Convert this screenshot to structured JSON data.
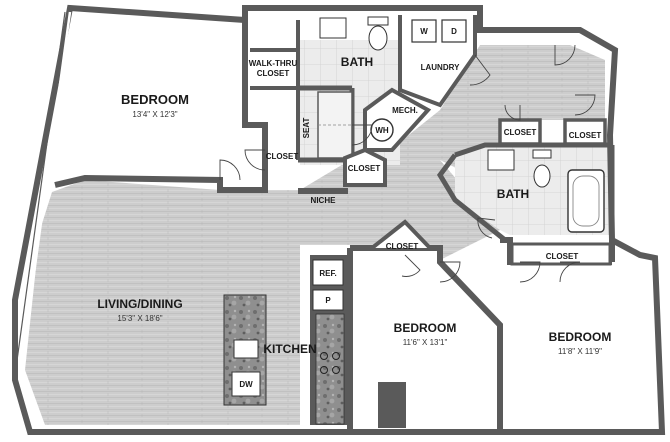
{
  "rooms": {
    "bedroom_1": {
      "label": "BEDROOM",
      "dims": "13'4\" X 12'3\""
    },
    "walk_thru_closet": {
      "line1": "WALK-THRU",
      "line2": "CLOSET"
    },
    "bath_1": {
      "label": "BATH"
    },
    "seat": {
      "label": "SEAT"
    },
    "laundry": {
      "label": "LAUNDRY"
    },
    "washer": {
      "label": "W"
    },
    "dryer": {
      "label": "D"
    },
    "mech": {
      "label": "MECH."
    },
    "water_heater": {
      "label": "WH"
    },
    "closet_bedroom1": {
      "label": "CLOSET"
    },
    "closet_hall_center": {
      "label": "CLOSET"
    },
    "closet_hall_right": {
      "label": "CLOSET"
    },
    "closet_hall_far_right": {
      "label": "CLOSET"
    },
    "niche": {
      "label": "NICHE"
    },
    "bath_2": {
      "label": "BATH"
    },
    "closet_bedroom2": {
      "label": "CLOSET"
    },
    "closet_bedroom3": {
      "label": "CLOSET"
    },
    "living_dining": {
      "label": "LIVING/DINING",
      "dims": "15'3\" X 18'6\""
    },
    "kitchen": {
      "label": "KITCHEN"
    },
    "refrigerator": {
      "label": "REF."
    },
    "pantry": {
      "label": "P"
    },
    "dishwasher": {
      "label": "DW"
    },
    "bedroom_2": {
      "label": "BEDROOM",
      "dims": "11'6\" X 13'1\""
    },
    "bedroom_3": {
      "label": "BEDROOM",
      "dims": "11'8\" X 11'9\""
    }
  },
  "colors": {
    "wall": "#5a5a5a",
    "floor_wood": "#c9c9c9",
    "tile": "#e6e6e6",
    "granite": "#8a8a8a",
    "room_white": "#ffffff"
  }
}
